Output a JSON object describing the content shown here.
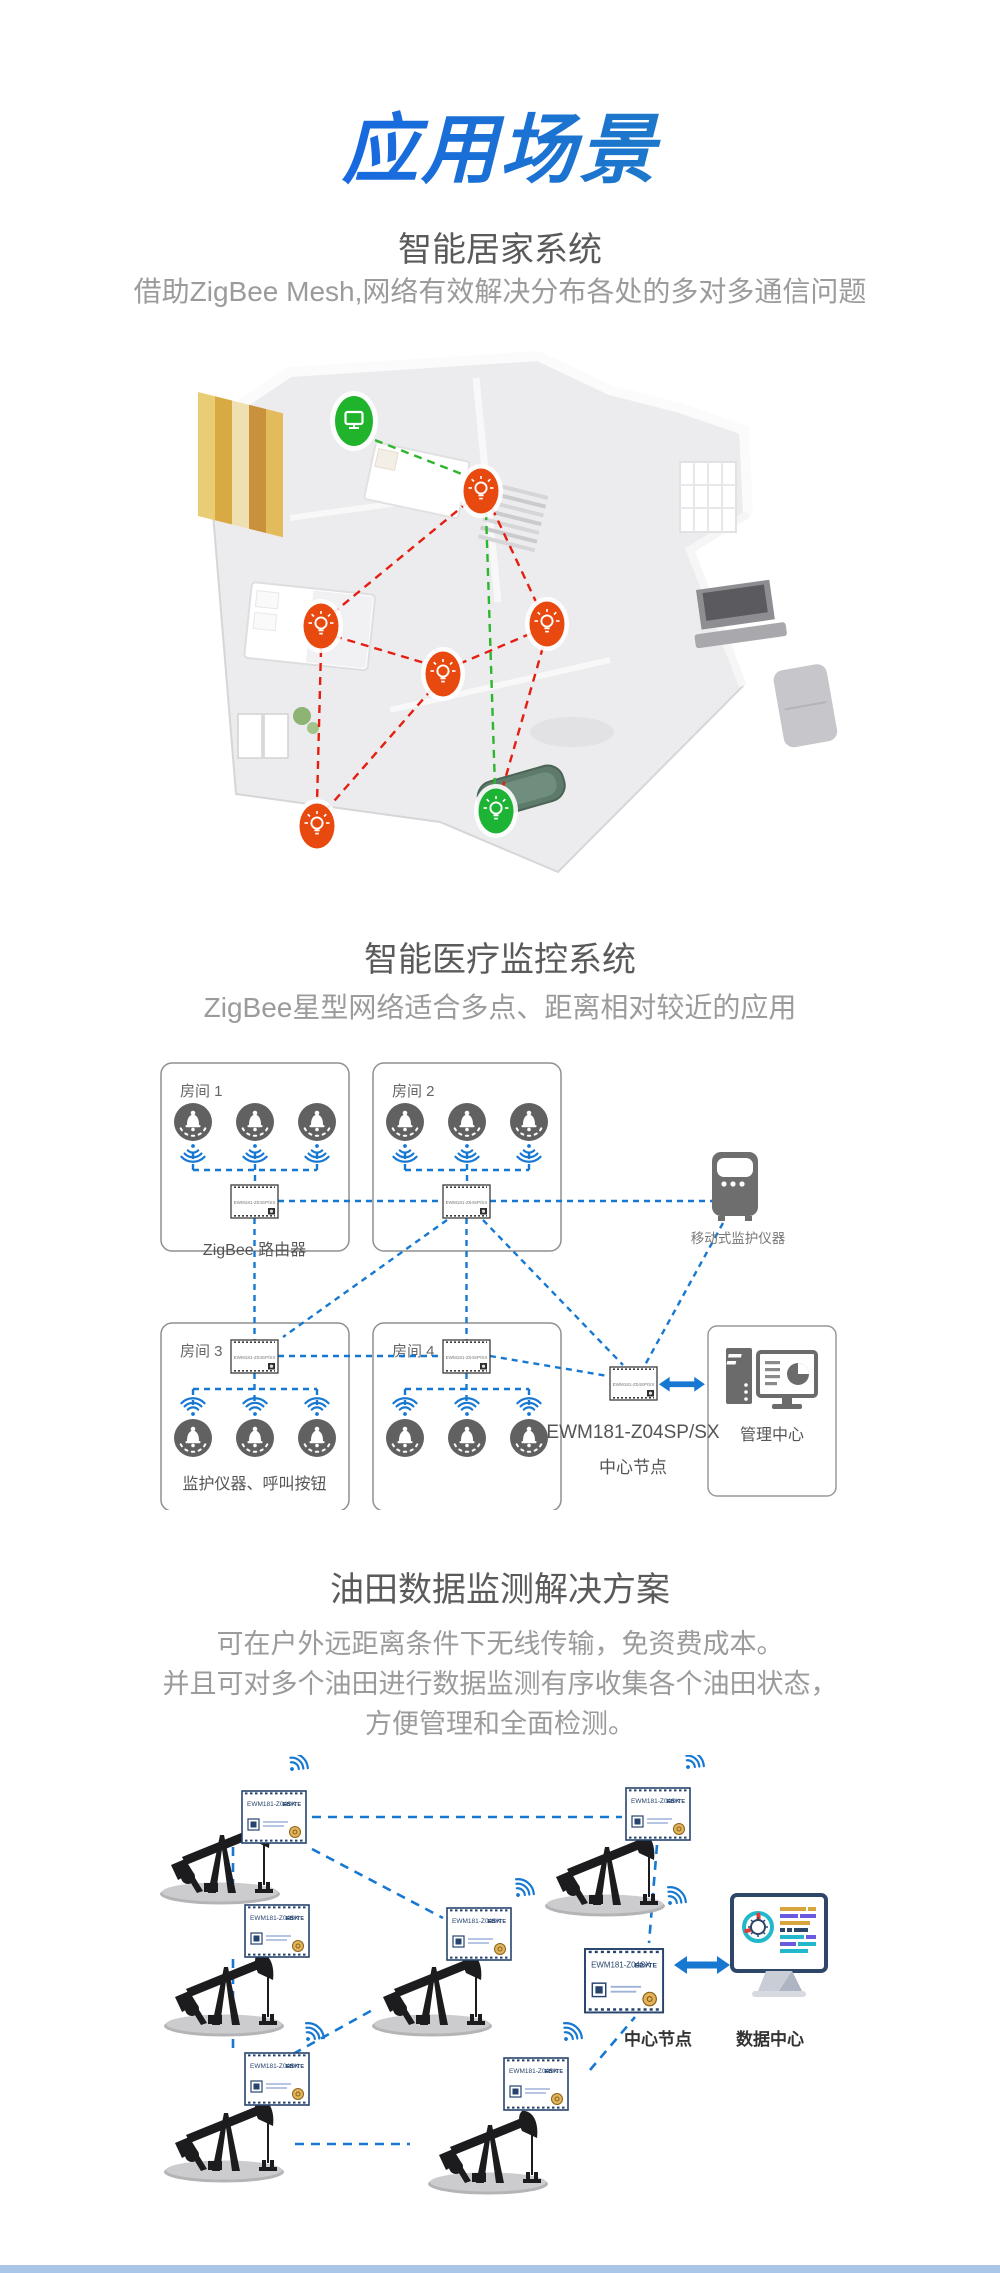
{
  "header": {
    "title": "应用场景"
  },
  "smart_home": {
    "title": "智能居家系统",
    "subtitle": "借助ZigBee Mesh,网络有效解决分布各处的多对多通信问题"
  },
  "medical": {
    "title": "智能医疗监控系统",
    "subtitle": "ZigBee星型网络适合多点、距离相对较近的应用",
    "room1": "房间 1",
    "room2": "房间 2",
    "room3": "房间 3",
    "room4": "房间 4",
    "router_label": "ZigBee 路由器",
    "monitor_label": "监护仪器、呼叫按钮",
    "mobile_label": "移动式监护仪器",
    "mgmt_label": "管理中心",
    "module_text": "EWM181-Z04SP/SX",
    "center_model": "EWM181-Z04SP/SX",
    "center_label": "中心节点"
  },
  "oilfield": {
    "title": "油田数据监测解决方案",
    "line1": "可在户外远距离条件下无线传输，免资费成本。",
    "line2": "并且可对多个油田进行数据监测有序收集各个油田状态，",
    "line3": "方便管理和全面检测。",
    "module_model": "EWM181-Z04SX",
    "module_brand": "EBYTE",
    "center_label": "中心节点",
    "datacenter_label": "数据中心"
  },
  "colors": {
    "accent_blue": "#1778d2",
    "title_blue": "#1565e6",
    "red_node": "#e8490f",
    "green_node": "#1db335",
    "footer_bar": "#a9c6e9"
  }
}
